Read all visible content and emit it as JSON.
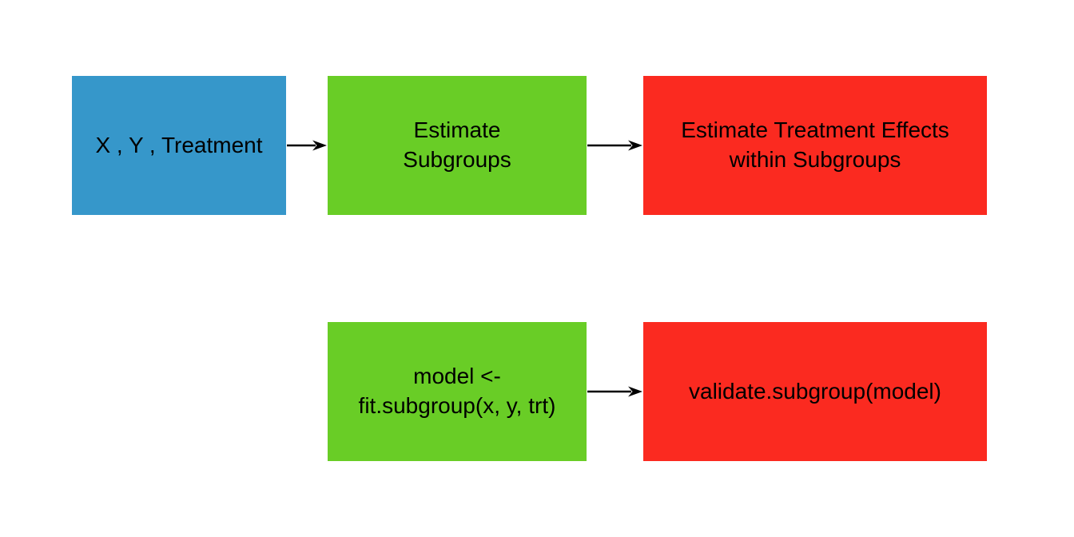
{
  "diagram": {
    "type": "flowchart",
    "background_color": "#ffffff",
    "text_color": "#000000",
    "arrow_color": "#000000",
    "nodes": [
      {
        "id": "inputs",
        "label": "X , Y , Treatment",
        "color": "#3697ca",
        "shape": "rectangle"
      },
      {
        "id": "estimate-subgroups",
        "label": "Estimate\nSubgroups",
        "color": "#69cd26",
        "shape": "rectangle"
      },
      {
        "id": "estimate-treatment-effects",
        "label": "Estimate Treatment Effects\nwithin Subgroups",
        "color": "#fb2a20",
        "shape": "rectangle"
      },
      {
        "id": "fit-subgroup-code",
        "label": "model <-\nfit.subgroup(x, y, trt)",
        "color": "#69cd26",
        "shape": "rectangle"
      },
      {
        "id": "validate-subgroup-code",
        "label": "validate.subgroup(model)",
        "color": "#fb2a20",
        "shape": "rectangle"
      }
    ],
    "edges": [
      {
        "from": "inputs",
        "to": "estimate-subgroups"
      },
      {
        "from": "estimate-subgroups",
        "to": "estimate-treatment-effects"
      },
      {
        "from": "fit-subgroup-code",
        "to": "validate-subgroup-code"
      }
    ]
  }
}
